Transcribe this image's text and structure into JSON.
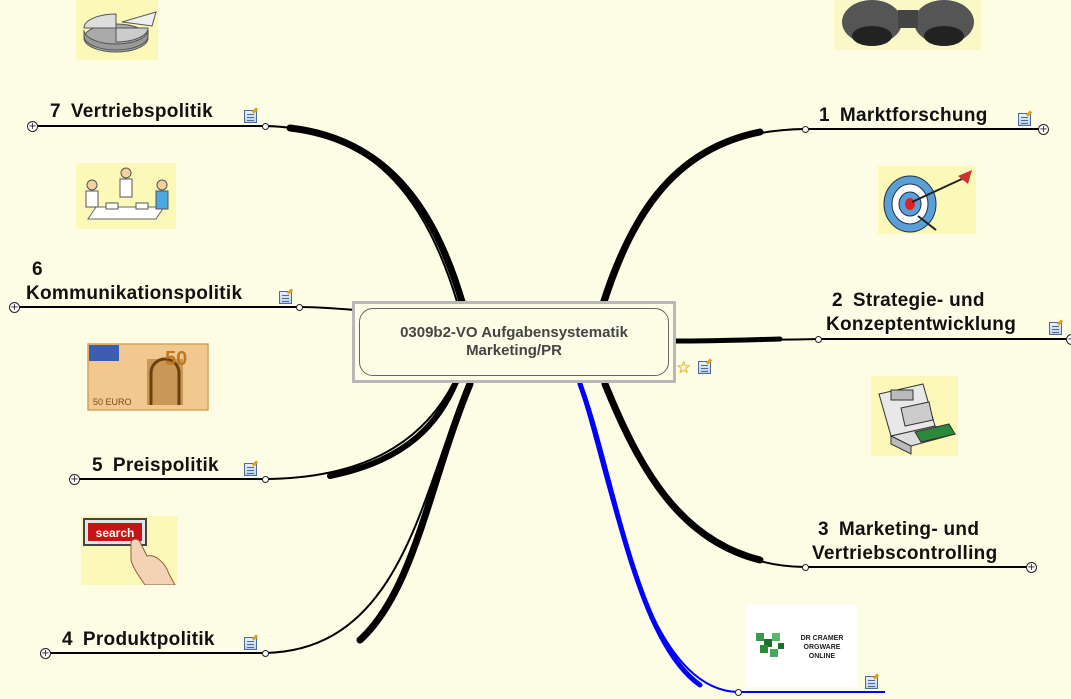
{
  "central": {
    "line1": "0309b2-VO Aufgabensystematik",
    "line2": "Marketing/PR"
  },
  "branches": [
    {
      "num": "1",
      "label": "Marktforschung"
    },
    {
      "num": "2",
      "label": "Strategie- und",
      "label2": "Konzeptentwicklung"
    },
    {
      "num": "3",
      "label": "Marketing- und",
      "label2": "Vertriebscontrolling"
    },
    {
      "num": "4",
      "label": "Produktpolitik"
    },
    {
      "num": "5",
      "label": "Preispolitik"
    },
    {
      "num": "6",
      "label": "Kommunikationspolitik"
    },
    {
      "num": "7",
      "label": "Vertriebspolitik"
    }
  ],
  "images": {
    "search_button_text": "search",
    "banknote_value": "50",
    "banknote_small": "50 EURO",
    "logo_line1": "DR CRAMER",
    "logo_line2": "ORGWARE",
    "logo_line3": "ONLINE"
  },
  "colors": {
    "background": "#fdfde6",
    "link": "#000000",
    "highlight_link": "#0000ff",
    "image_bg": "#fbf8b8"
  },
  "icons": [
    "note-icon",
    "star-icon",
    "expand-icon",
    "binoculars-icon",
    "coin-chart-icon",
    "target-icon",
    "meeting-icon",
    "cash-register-icon",
    "banknote-icon",
    "search-button-icon",
    "logo-icon"
  ]
}
